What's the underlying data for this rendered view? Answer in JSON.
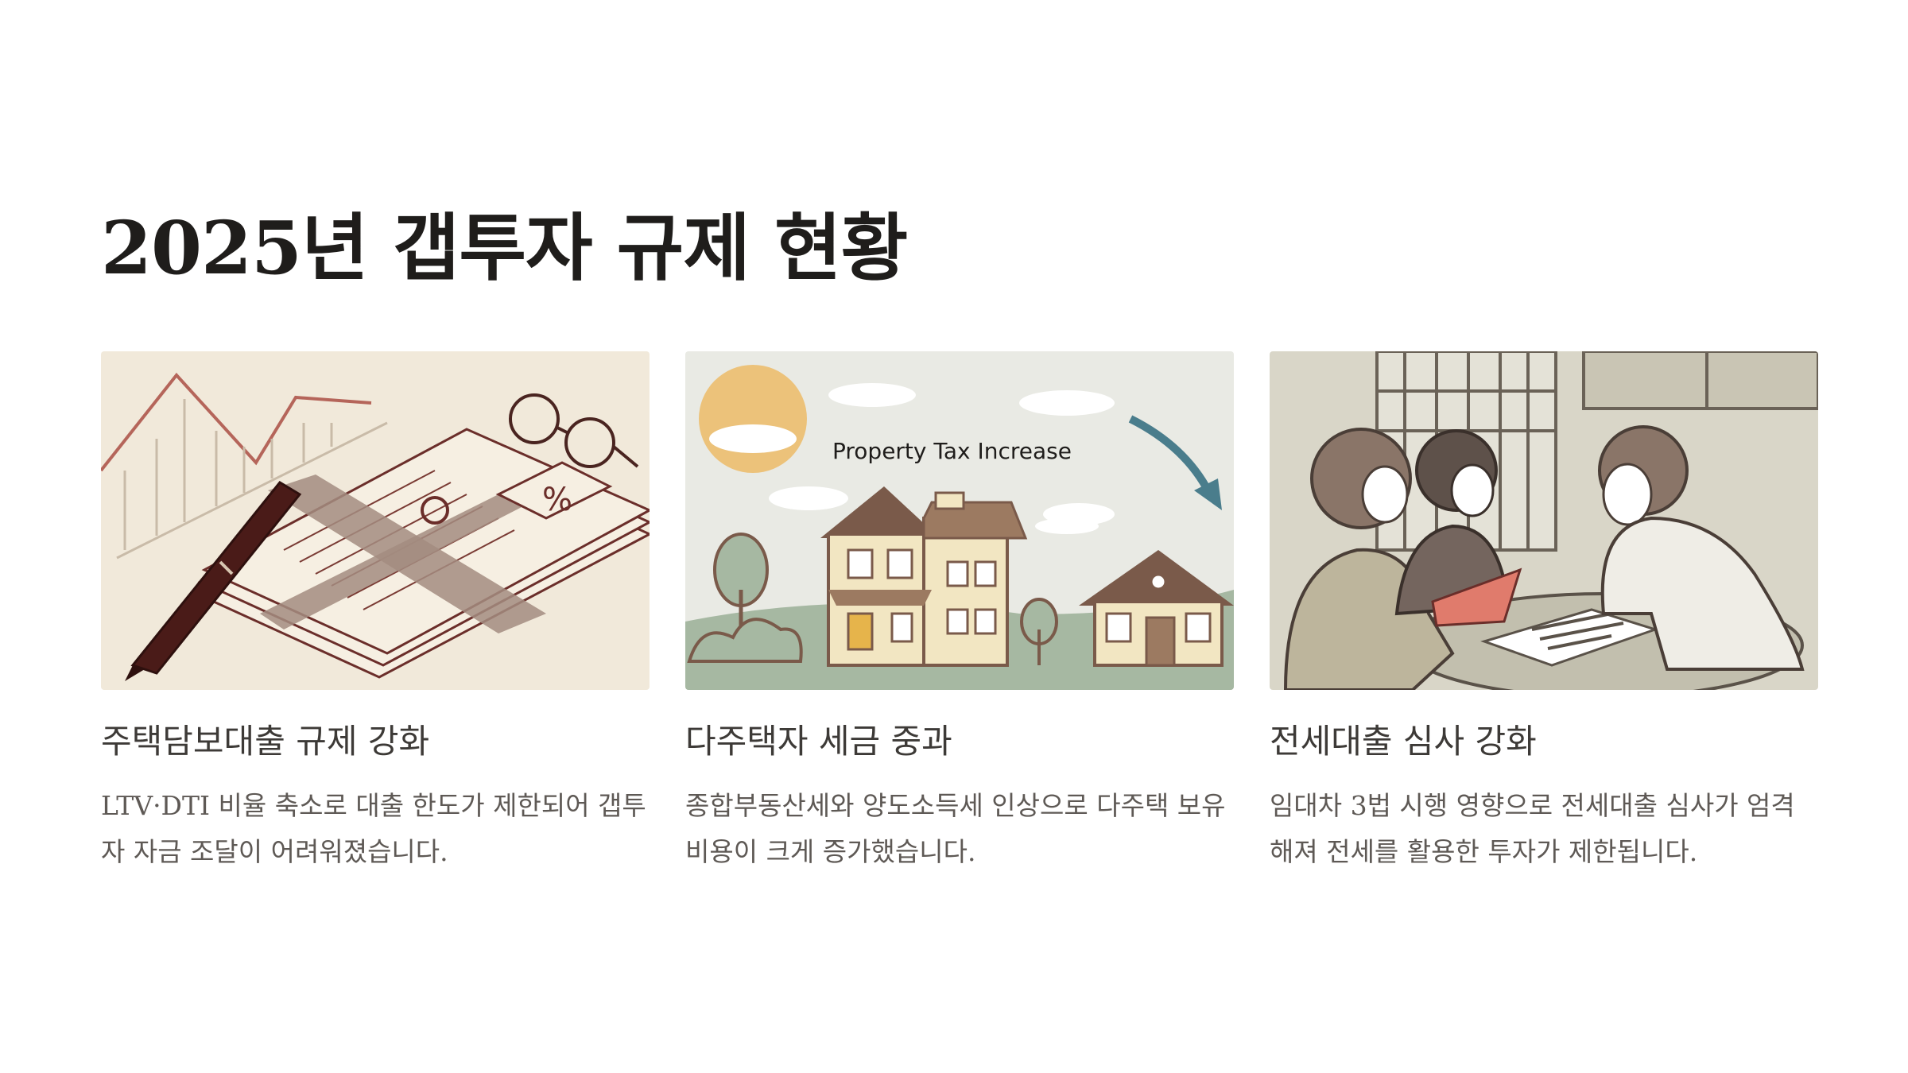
{
  "page": {
    "title": "2025년 갭투자 규제 현황"
  },
  "cards": [
    {
      "title": "주택담보대출 규제 강화",
      "description": "LTV·DTI 비율 축소로 대출 한도가 제한되어 갭투자 자금 조달이 어려워졌습니다.",
      "illustration": {
        "icon": "loan-documents-illustration",
        "percent_label": "%"
      }
    },
    {
      "title": "다주택자 세금 중과",
      "description": "종합부동산세와 양도소득세 인상으로 다주택 보유 비용이 크게 증가했습니다.",
      "illustration": {
        "icon": "houses-tax-illustration",
        "banner_text": "Property Tax Increase"
      }
    },
    {
      "title": "전세대출 심사 강화",
      "description": "임대차 3법 시행 영향으로 전세대출 심사가 엄격해져 전세를 활용한 투자가 제한됩니다.",
      "illustration": {
        "icon": "consultation-illustration"
      }
    }
  ],
  "colors": {
    "background": "#ffffff",
    "title": "#1f1d1b",
    "card_title": "#3d3a37",
    "card_desc": "#5e5955",
    "accent_brown": "#7a5a4a",
    "accent_teal": "#4a7d8c"
  }
}
